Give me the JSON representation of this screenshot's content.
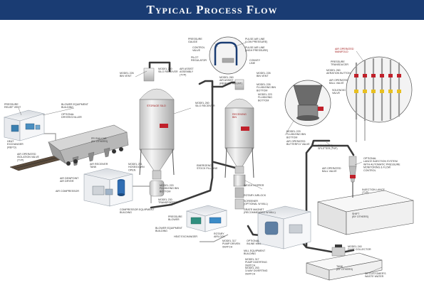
{
  "title": "Typical Process Flow",
  "colors": {
    "banner": "#1a3c73",
    "accent_red": "#c0202a",
    "steel": "#d8d8d8",
    "line": "#3a3a3a"
  },
  "labels": {
    "pressure_relief": "PRESSURE\nRELIEF VENT",
    "heat_exchanger_top": "HEAT\nEXCHANGER\n(REF'D)",
    "air_operated_isolation_valve": "AIR OPERATED\nISOLATION VALVE\n(TYP)",
    "blower_equipment_building_top": "BLOWER EQUIPMENT\nBUILDING",
    "optional_dryer_chiller": "OPTIONAL\nDRYER/CHILLER",
    "pneumatic_railcar": "PR RAILCAR\n(BY OTHERS)",
    "model_226_receiver_top": "MODEL 226\nBIN VENT",
    "model_250_silo_receiver": "MODEL 250\nSILO RECEIVER",
    "storage_silo": "STORAGE SILO",
    "model_251_hose": "MODEL 251\nHOSE/DOWN\nOPEN",
    "air_receiver": "AIR RECEIVER\nTANK",
    "air_dewpoint_dryer": "AIR DEWPOINT\nAIR DRYER",
    "air_compressor": "AIR COMPRESSOR",
    "compressor_equipment_building": "COMPRESSOR EQUIPMENT\nBUILDING",
    "model_220_fluidizing_bottom": "MODEL 220\nFLUIDIZING BIN\nBOTTOM",
    "model_230_transporter": "MODEL 230\nTRANSPORTER",
    "air_assist_assembly": "AIR ASSIST\nASSEMBLY\n(TYP)",
    "model_260_silo_receiver": "MODEL 260\nSILO RECEIVER",
    "pressure_gauge": "PRESSURE\nGAUGE",
    "control_valve": "CONTROL\nVALVE",
    "pilot_regulator": "PILOT\nREGULATOR",
    "pulse_air_line_1": "PULSE AIR LINE\n(LOW PRESSURE)",
    "pulse_air_line_2": "PULSE AIR LINE\n(HIGH PRESSURE)",
    "conveying_line": "CONVEY\nLINE",
    "model_260_air_assist": "MODEL 260\nAIR ASSIST\n(REMOTE MOUNT)",
    "model_226_bin_vent": "MODEL 226\nBIN VENT",
    "model_226_fluidizing": "MODEL 226\nFLUIDIZING BIN\nBOTTOM",
    "model_223_fluidizing_bottom": "MODEL 223\nFLUIDIZING\nBOTTOM",
    "receiving_bin": "RECEIVING\nBIN",
    "model_229_fluidizing_bottom": "MODEL 229\nFLUIDIZING BIN\nBOTTOM",
    "air_operated_butterfly": "AIR OPERATED\nBUTTERFLY VALVE",
    "emergency_stock_fill_line": "EMERGENCY\nSTOCK FILL LINE",
    "weigh_hopper": "WEIGH HOPPER",
    "rotary_airlock": "ROTARY AIRLOCK",
    "screener": "SCREENER\n(OPTIONAL W MILL)",
    "grate_magnet": "GRATE MAGNET\n(RECOMMENDED W MILL)",
    "air_operated_manifold": "AIR OPERATED\nMANIFOLD",
    "pressure_transducer": "PRESSURE\nTRANSDUCER",
    "model_260_aeration_button": "MODEL 260\nAERATION BUTTON",
    "air_operated_ball_valve": "AIR OPERATED\nBALL VALVE",
    "solenoid_valve": "SOLENOID\nVALVE",
    "conveyor_splitter": "CONVEYOR\nSPLITTER (TYP)",
    "air_operated_ball_valve_2": "AIR OPERATED\nBALL VALVE",
    "optional_lance_system": "OPTIONAL\nLANCE INJECTION SYSTEM\nWITH AUTOMATIC PRESSURE\nMONITORING & FLOW\nCONTROL",
    "injection_lance": "INJECTION LANCE\n(TYP)",
    "shift_by_others": "SHIFT\n(BY OTHERS)",
    "pressure_blower": "PRESSURE\nBLOWER",
    "blower_equipment_building": "BLOWER EQUIPMENT\nBUILDING",
    "heat_exchanger": "HEAT EXCHANGER",
    "rotary_airlock_2": "ROTARY\nAIRLOCK",
    "model_317_pump": "MODEL 317\nPUMP DRIVEN\nSWITCH",
    "optional_inline_mill": "OPTIONAL\nINLINE MILL",
    "mill_equipment_building": "MILL EQUIPMENT\nBUILDING",
    "model_317_pump_2": "MODEL 317\nPUMP DIVERTING\nSWITCH",
    "model_253_transport": "MODEL 253\n3-WAY DIVERTING\nSWITCH",
    "model_240_dust_collector": "MODEL 240\nDUST COLLECTOR",
    "tank_by_others": "TANK\n(BY OTHERS)",
    "to_customers_waste_water": "TO CUSTOMER'S\nWASTE WATER"
  }
}
